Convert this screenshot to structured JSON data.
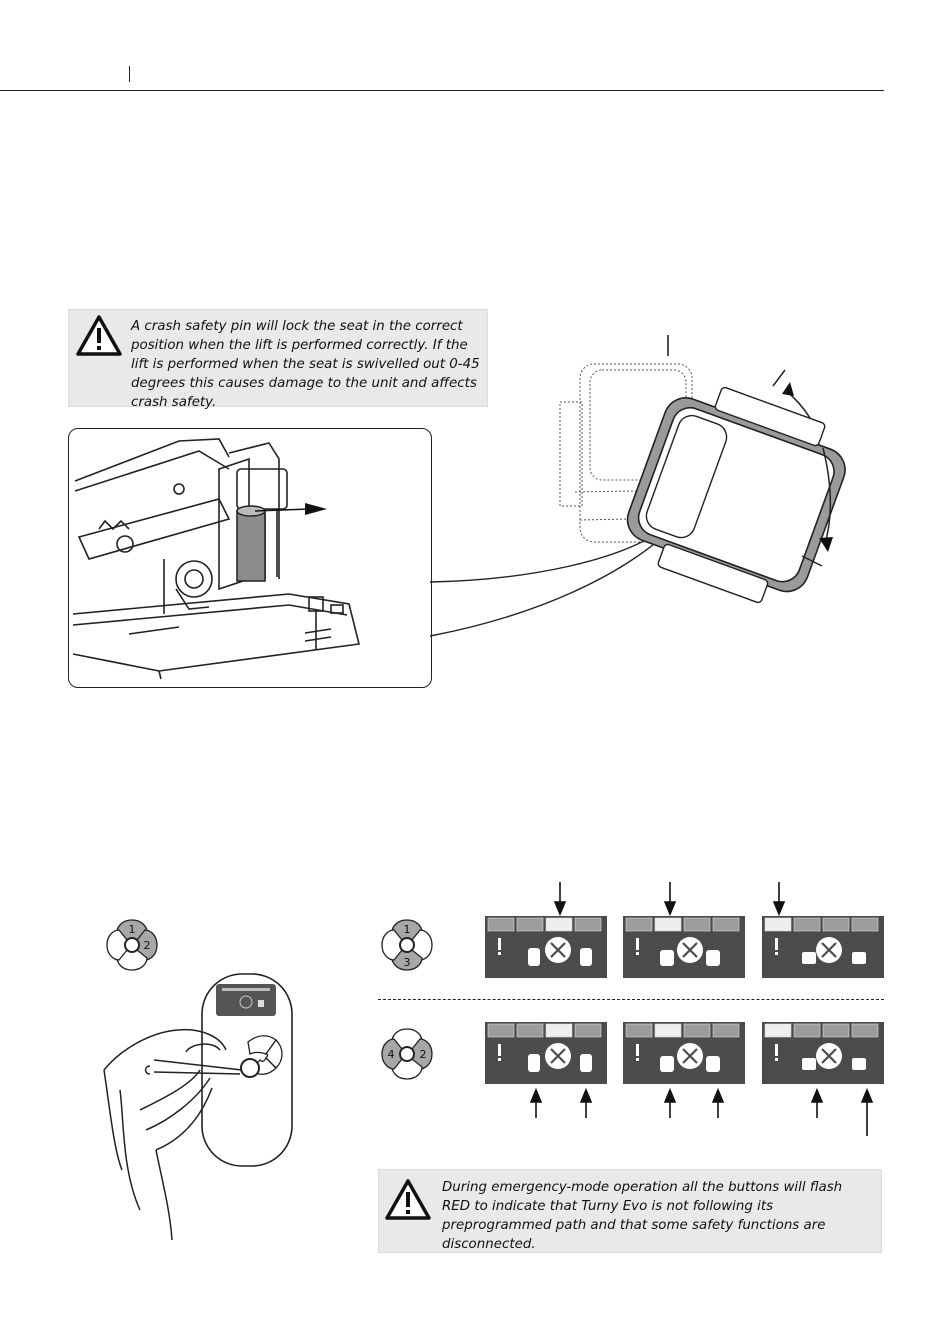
{
  "warnings": {
    "crash_pin": "A crash safety pin will lock the seat in the correct position when the lift is performed correctly. If the lift is performed when the seat is swivelled out 0-45 degrees this causes damage to the unit and affects crash safety.",
    "emergency_mode": "During emergency-mode operation all the buttons will flash RED to indicate that Turny Evo is not following its preprogrammed path and that some safety functions are disconnected."
  },
  "keypads": {
    "remote_pad": {
      "top": "1",
      "right": "2"
    },
    "row1_pad": {
      "top": "1",
      "bottom": "3"
    },
    "row2_pad": {
      "left": "4",
      "right": "2"
    }
  },
  "icons": {
    "warning": "warning-triangle-icon",
    "seat": "seat-icon",
    "arrow": "arrow-icon"
  }
}
